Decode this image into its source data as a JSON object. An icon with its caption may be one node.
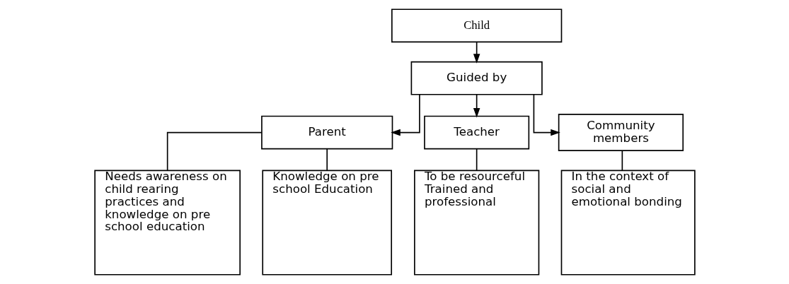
{
  "diagram": {
    "nodes": [
      {
        "text": [
          "Child"
        ]
      },
      {
        "text": [
          "Guided by"
        ]
      },
      {
        "text": [
          "Parent"
        ]
      },
      {
        "text": [
          "Teacher"
        ]
      },
      {
        "text": [
          "Community members"
        ]
      },
      {
        "text": [
          "Needs awareness on child rearing practices and knowledge on pre school education"
        ]
      },
      {
        "text": [
          "Knowledge on pre school Education"
        ]
      },
      {
        "text": [
          "To be resourceful Trained and professional"
        ]
      },
      {
        "text": [
          "In the context of social and emotional bonding"
        ]
      }
    ],
    "edges": [
      {
        "from": 0,
        "to": 1,
        "arrow": "to"
      },
      {
        "from": 1,
        "to": 2,
        "arrow": "to"
      },
      {
        "from": 1,
        "to": 3,
        "arrow": "to"
      },
      {
        "from": 1,
        "to": 4,
        "arrow": "to"
      },
      {
        "from": 2,
        "to": 5,
        "arrow": "none"
      },
      {
        "from": 2,
        "to": 6,
        "arrow": "none"
      },
      {
        "from": 3,
        "to": 7,
        "arrow": "none"
      },
      {
        "from": 4,
        "to": 8,
        "arrow": "none"
      }
    ]
  }
}
